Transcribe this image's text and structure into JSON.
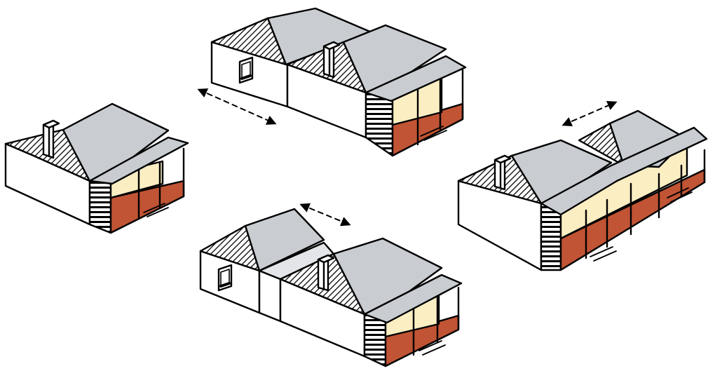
{
  "colors": {
    "roof": "#c9cdd1",
    "wall": "#ffffff",
    "outline": "#000000",
    "window_glass": "#fbeec3",
    "brick_base": "#c05434",
    "arrow": "#000000"
  },
  "figures": [
    {
      "name": "single-house",
      "description_icon": "house-with-verandah"
    },
    {
      "name": "house-with-front-extension",
      "description_icon": "house-extended-front"
    },
    {
      "name": "house-with-side-extension",
      "description_icon": "house-extended-side"
    },
    {
      "name": "house-with-linked-pavilion",
      "description_icon": "house-linked-pavilion"
    }
  ]
}
